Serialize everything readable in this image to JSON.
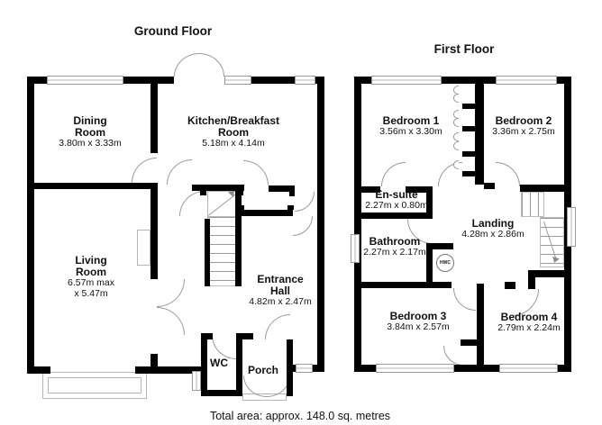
{
  "colors": {
    "wall": "#000000",
    "fixture_line": "#9a9a9a",
    "background": "#ffffff"
  },
  "ground_floor": {
    "title": "Ground Floor",
    "rooms": {
      "dining": {
        "name1": "Dining",
        "name2": "Room",
        "dims": "3.80m x 3.33m"
      },
      "kitchen": {
        "name1": "Kitchen/Breakfast",
        "name2": "Room",
        "dims": "5.18m x 4.14m"
      },
      "living": {
        "name1": "Living",
        "name2": "Room",
        "dims": "6.57m max",
        "dims2": "x 5.47m"
      },
      "entrance": {
        "name1": "Entrance",
        "name2": "Hall",
        "dims": "4.82m x 2.47m"
      },
      "wc": {
        "name1": "WC"
      },
      "porch": {
        "name1": "Porch"
      }
    }
  },
  "first_floor": {
    "title": "First Floor",
    "rooms": {
      "bedroom1": {
        "name1": "Bedroom 1",
        "dims": "3.56m x 3.30m"
      },
      "bedroom2": {
        "name1": "Bedroom 2",
        "dims": "3.36m x 2.75m"
      },
      "ensuite": {
        "name1": "En-suite",
        "dims": "2.27m x 0.80m"
      },
      "bathroom": {
        "name1": "Bathroom",
        "dims": "2.27m x 2.17m"
      },
      "landing": {
        "name1": "Landing",
        "dims": "4.28m x 2.86m"
      },
      "bedroom3": {
        "name1": "Bedroom 3",
        "dims": "3.84m x 2.57m"
      },
      "bedroom4": {
        "name1": "Bedroom 4",
        "dims": "2.79m x 2.24m"
      },
      "hwc": {
        "label": "HWC"
      }
    }
  },
  "footer": {
    "text": "Total area: approx. 148.0 sq. metres"
  }
}
